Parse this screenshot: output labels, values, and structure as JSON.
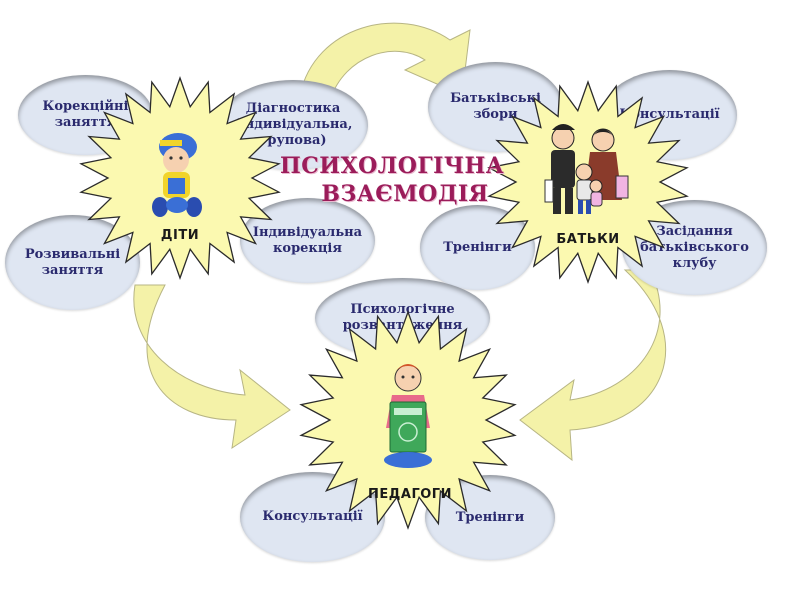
{
  "title": {
    "line1": "ПСИХОЛОГІЧНА",
    "line2": "ВЗАЄМОДІЯ"
  },
  "groups": {
    "children": {
      "label": "ДІТИ",
      "items": [
        "Корекційні заняття",
        "Діагностика (індивідуальна, групова)",
        "Розвивальні заняття",
        "Індивідуальна корекція"
      ]
    },
    "parents": {
      "label": "БАТЬКИ",
      "items": [
        "Батьківські збори",
        "Консультації",
        "Тренінги",
        "Засідання батьківського клубу"
      ]
    },
    "teachers": {
      "label": "ПЕДАГОГИ",
      "items": [
        "Психологічне розвантаження",
        "Консультації",
        "Тренінги"
      ]
    }
  },
  "colors": {
    "oval_fill": "#dfe6f2",
    "oval_text": "#2a2a6e",
    "star_fill": "#fbf9b0",
    "star_stroke": "#2b2b2b",
    "arrow_fill": "#f4f2a8",
    "title": "#9b1c5a"
  },
  "icons": {
    "children": "child-figure-icon",
    "parents": "family-figure-icon",
    "teachers": "teacher-figure-icon"
  }
}
